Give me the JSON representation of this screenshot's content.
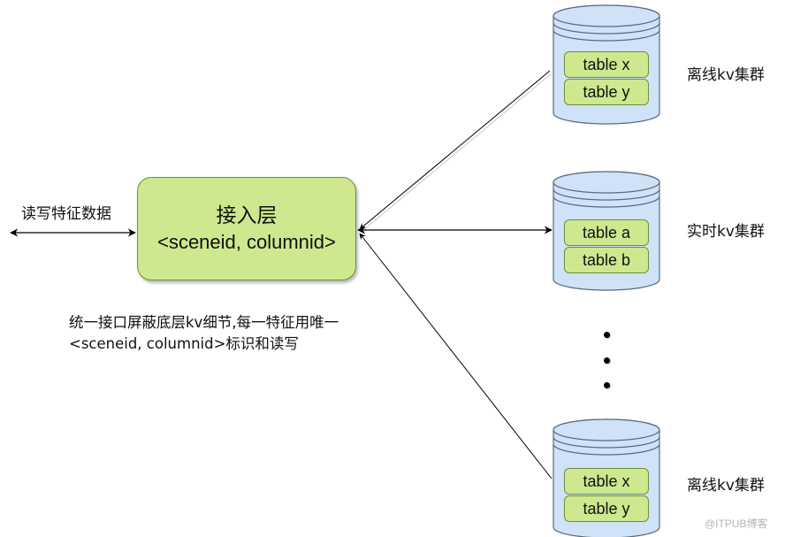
{
  "left_label": "读写特征数据",
  "access_layer": {
    "title": "接入层",
    "key": "<sceneid, columnid>"
  },
  "description": {
    "line1": "统一接口屏蔽底层kv细节,每一特征用唯一",
    "line2": "<sceneid, columnid>标识和读写"
  },
  "clusters": [
    {
      "label": "离线kv集群",
      "tables": [
        "table x",
        "table y"
      ]
    },
    {
      "label": "实时kv集群",
      "tables": [
        "table a",
        "table b"
      ]
    },
    {
      "label": "离线kv集群",
      "tables": [
        "table x",
        "table y"
      ]
    }
  ],
  "ellipsis_dots": 3,
  "watermark": "@ITPUB博客",
  "colors": {
    "box_fill": "#cde88f",
    "box_border": "#6f8f3c",
    "cylinder_fill": "#cfe2f7",
    "cylinder_border": "#5a6a80"
  }
}
